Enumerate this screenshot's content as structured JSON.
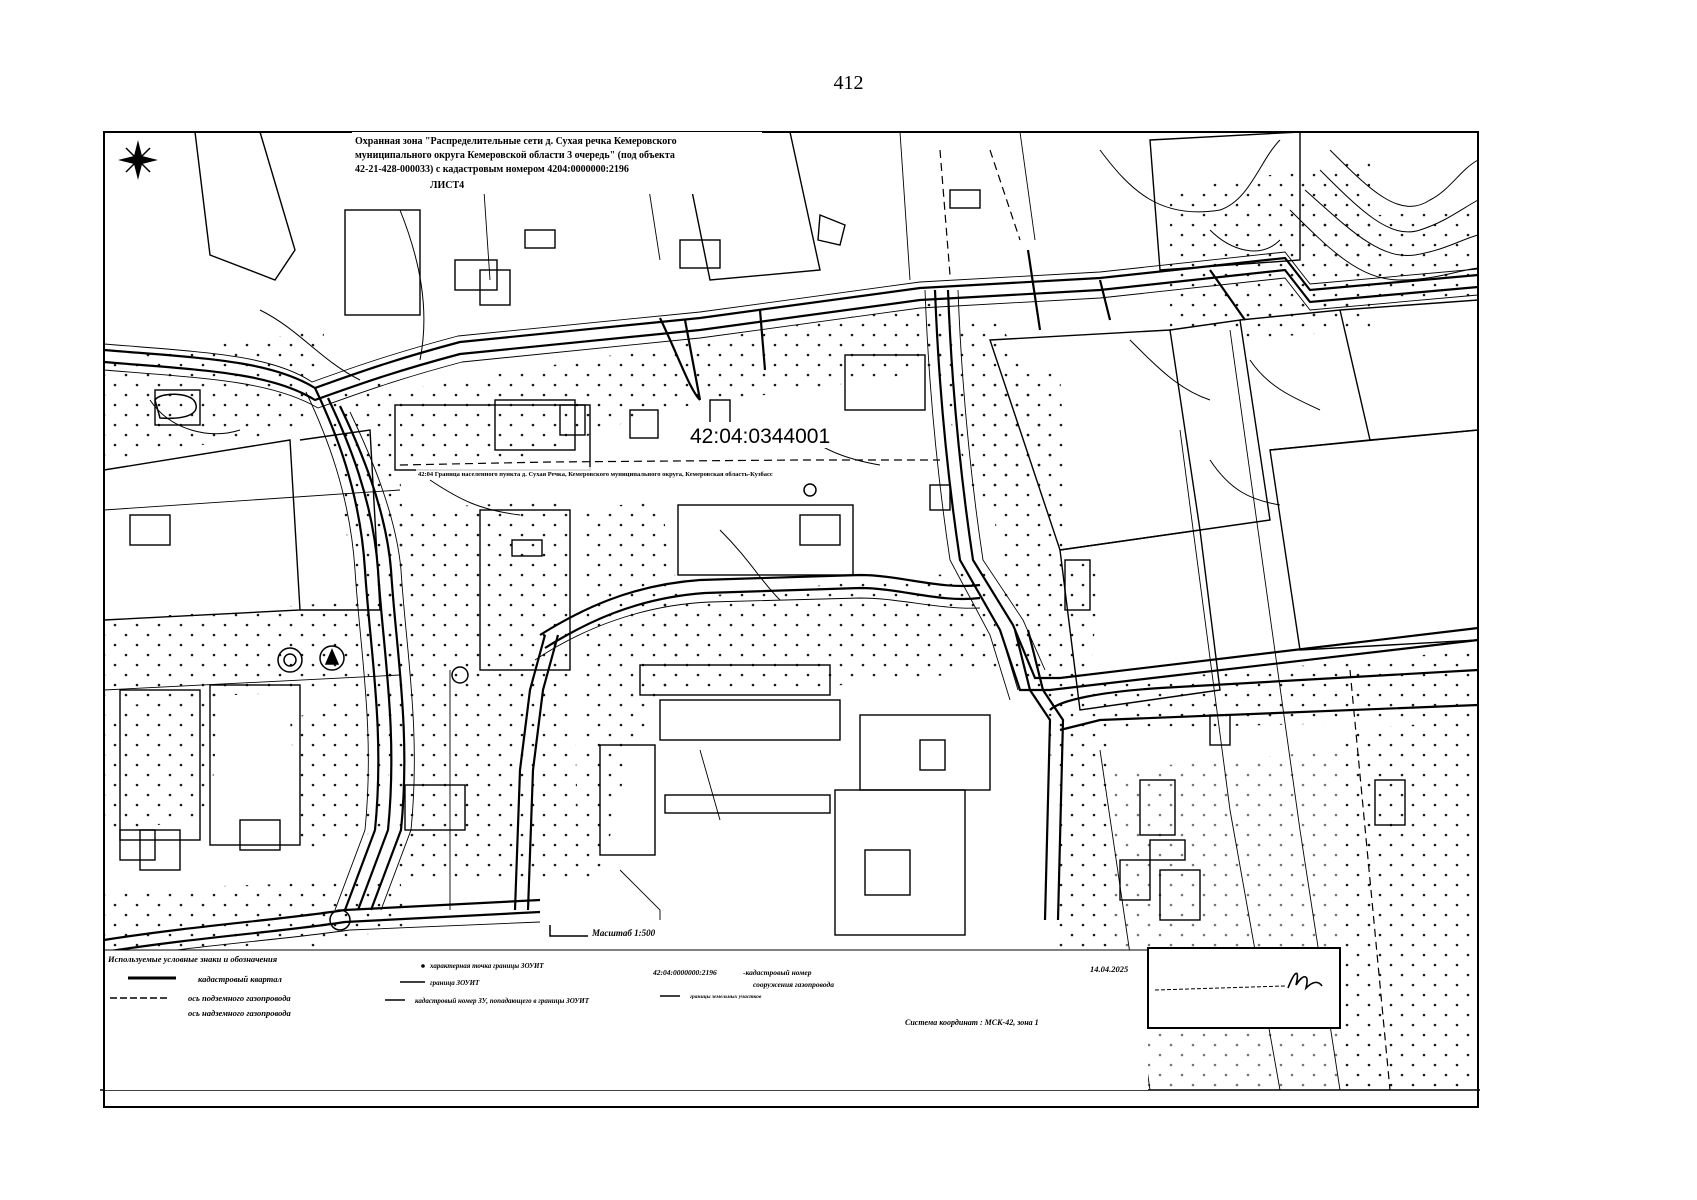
{
  "page": {
    "number": "412"
  },
  "map": {
    "title_lines": [
      "Охранная зона \"Распределительные сети д. Сухая речка Кемеровского",
      "муниципального округа Кемеровской области 3 очередь\" (под объекта",
      "42-21-428-000033) с кадастровым номером 4204:0000000:2196"
    ],
    "sheet_label": "ЛИСТ4",
    "cadastral_block": "42:04:0344001",
    "boundary_caption": "42:04 Граница населенного пункта д. Сухая Речка, Кемеровского муниципального округа, Кемеровская область-Кузбасс",
    "scale": "Масштаб 1:500",
    "date": "14.04.2025",
    "coordinate_system": "Система координат : МСК-42, зона 1"
  },
  "legend": {
    "heading": "Используемые условные знаки и обозначения",
    "items": [
      {
        "symbol": "кадастровый квартал line",
        "text": "кадастровый квартал"
      },
      {
        "symbol": "ось газопровода dash",
        "text": "ось подземного газопровода"
      },
      {
        "symbol": "ось газопровода 2",
        "text": "ось надземного газопровода"
      },
      {
        "symbol": "point marker",
        "text": "характерная точка границы ЗОУИТ"
      },
      {
        "symbol": "solid line",
        "text": "граница ЗОУИТ"
      },
      {
        "symbol": "short line",
        "text": "кадастровый номер ЗУ, попадающего в границы ЗОУИТ"
      },
      {
        "symbol": "number sample",
        "text": "42:04:0000000:2196"
      },
      {
        "symbol": "cad text",
        "text": "-кадастровый номер"
      },
      {
        "symbol": "cad text 2",
        "text": "сооружения газопровода"
      },
      {
        "symbol": "small line",
        "text": "границы земельных участков"
      }
    ]
  }
}
